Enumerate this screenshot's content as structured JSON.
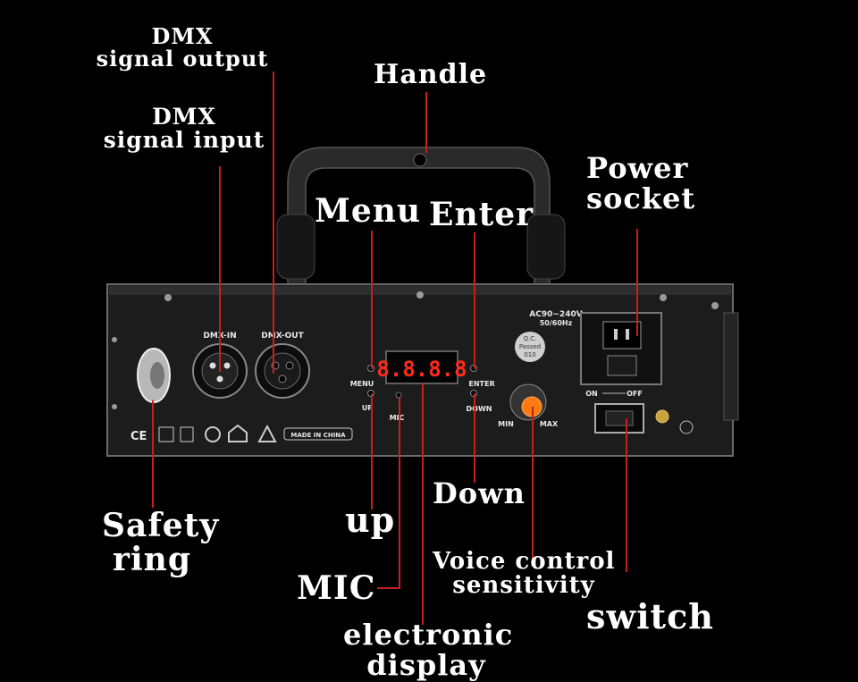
{
  "callouts": {
    "dmx_output": [
      "DMX",
      "signal output"
    ],
    "dmx_input": [
      "DMX",
      "signal input"
    ],
    "handle": "Handle",
    "menu": "Menu",
    "enter": "Enter",
    "power_socket": [
      "Power",
      "socket"
    ],
    "safety_ring": [
      "Safety",
      "ring"
    ],
    "up": "up",
    "mic": "MIC",
    "down": "Down",
    "voice_control": [
      "Voice control",
      "sensitivity"
    ],
    "switch": "switch",
    "electronic_display": [
      "electronic",
      "display"
    ]
  },
  "panel": {
    "dmx_in": "DMX-IN",
    "dmx_out": "DMX-OUT",
    "menu": "MENU",
    "up": "UP",
    "mic": "MIC",
    "enter": "ENTER",
    "down": "DOWN",
    "display": "8.8.8.8",
    "min": "MIN",
    "max": "MAX",
    "voltage": "AC90~240V",
    "frequency": "50/60Hz",
    "qc": [
      "Q.C.",
      "Passed",
      "010"
    ],
    "on": "ON",
    "off": "OFF",
    "made_in": "MADE IN CHINA",
    "cert": "CE"
  },
  "colors": {
    "leader": "#c81e1e",
    "panel": "#1c1c1c",
    "display": "#ff2a1a",
    "knob": "#ff7a10"
  }
}
